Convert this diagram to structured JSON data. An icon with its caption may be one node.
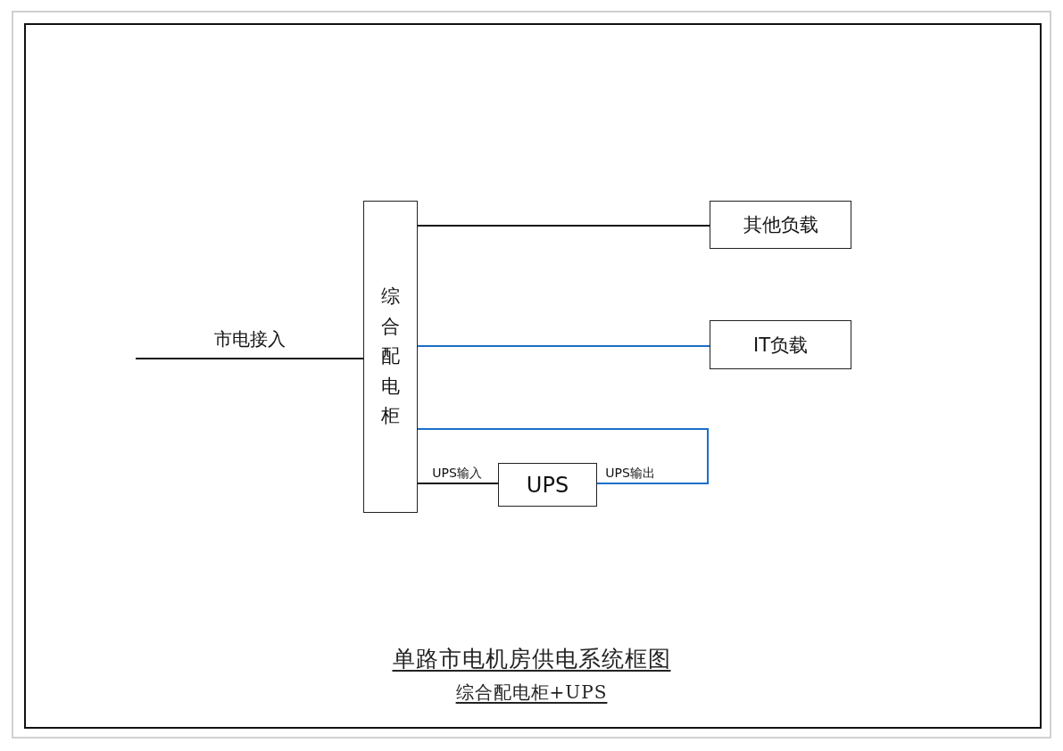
{
  "diagram": {
    "title": "单路市电机房供电系统框图",
    "caption": "综合配电柜+UPS",
    "nodes": [
      {
        "text": [
          "综合配电柜"
        ]
      },
      {
        "text": [
          "其他负载"
        ]
      },
      {
        "text": [
          "IT负载"
        ]
      },
      {
        "text": [
          "UPS"
        ]
      }
    ],
    "edges": [
      {
        "from": null,
        "to": 0,
        "arrow": "none",
        "label": "市电接入"
      },
      {
        "from": 0,
        "to": 1,
        "arrow": "none"
      },
      {
        "from": 0,
        "to": 2,
        "arrow": "none",
        "color": "#1a6fc8"
      },
      {
        "from": 0,
        "to": 3,
        "arrow": "none",
        "label": "UPS输入"
      },
      {
        "from": 3,
        "to": 0,
        "arrow": "none",
        "label": "UPS输出",
        "color": "#1a6fc8"
      }
    ]
  }
}
